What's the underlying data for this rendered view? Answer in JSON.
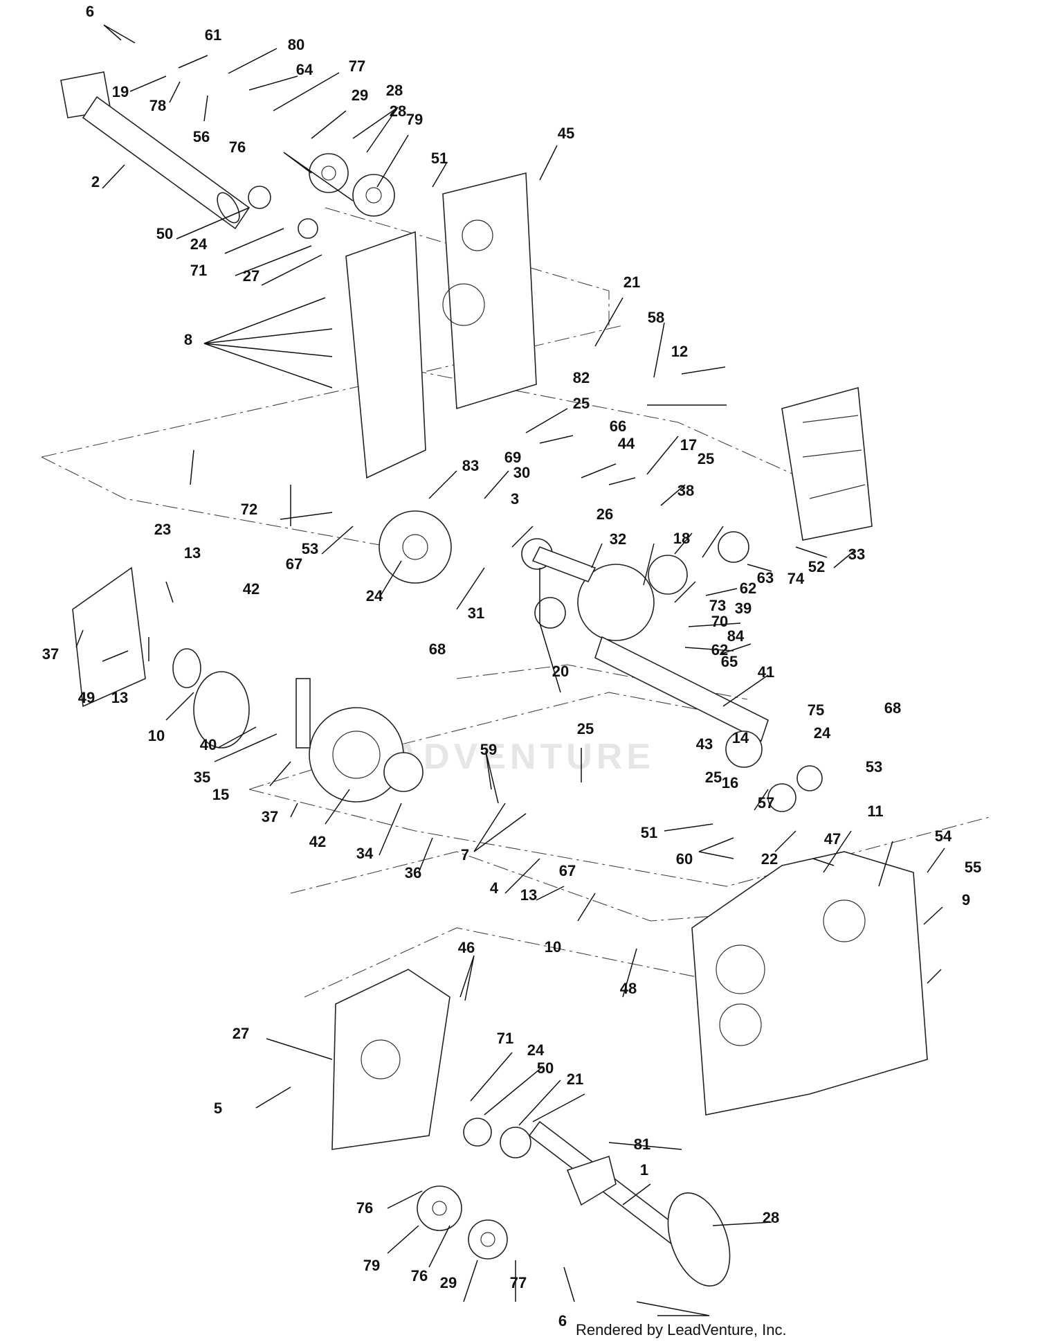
{
  "credit": "Rendered by LeadVenture, Inc.",
  "watermark": "LEADVENTURE",
  "callouts": [
    "6",
    "61",
    "80",
    "77",
    "64",
    "19",
    "78",
    "56",
    "29",
    "28",
    "79",
    "28",
    "76",
    "2",
    "50",
    "24",
    "71",
    "27",
    "51",
    "45",
    "8",
    "21",
    "58",
    "12",
    "82",
    "25",
    "66",
    "44",
    "17",
    "25",
    "83",
    "69",
    "30",
    "3",
    "26",
    "32",
    "18",
    "38",
    "72",
    "53",
    "24",
    "68",
    "31",
    "73",
    "39",
    "62",
    "70",
    "62",
    "84",
    "65",
    "20",
    "33",
    "52",
    "74",
    "63",
    "23",
    "13",
    "67",
    "42",
    "37",
    "49",
    "13",
    "10",
    "40",
    "35",
    "15",
    "37",
    "42",
    "34",
    "36",
    "41",
    "14",
    "75",
    "68",
    "24",
    "53",
    "25",
    "43",
    "25",
    "16",
    "59",
    "7",
    "67",
    "4",
    "13",
    "10",
    "48",
    "51",
    "57",
    "60",
    "22",
    "47",
    "11",
    "54",
    "55",
    "9",
    "46",
    "27",
    "71",
    "24",
    "50",
    "21",
    "5",
    "81",
    "1",
    "28",
    "76",
    "79",
    "76",
    "29",
    "77",
    "6"
  ]
}
